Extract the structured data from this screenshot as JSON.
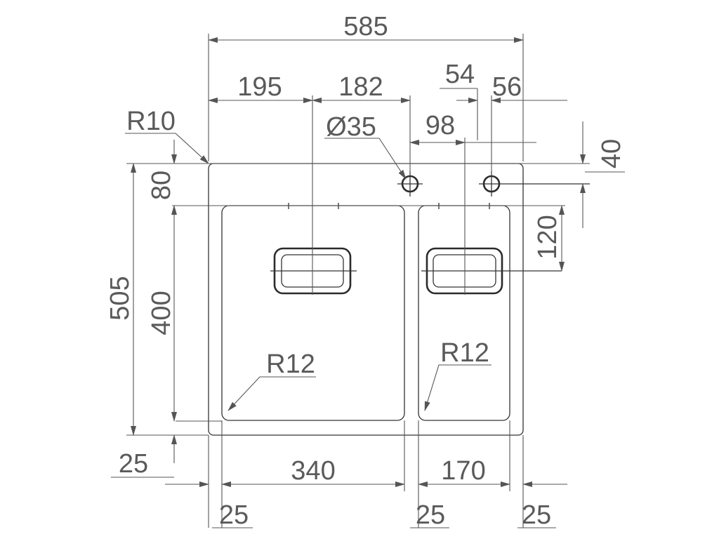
{
  "drawing": {
    "overall_width": "585",
    "left_to_drain1": "195",
    "drain1_to_tap": "182",
    "tap_offset": "54",
    "right_offset": "56",
    "tap_to_drain2": "98",
    "tap_hole": "Ø35",
    "top_radius": "R10",
    "tap_from_top": "40",
    "top_margin": "80",
    "drain2_from_bowl_top": "120",
    "overall_depth": "505",
    "bowl_depth": "400",
    "bottom_margin": "25",
    "bowl1_radius": "R12",
    "bowl2_radius": "R12",
    "bowl1_width": "340",
    "bowl2_width": "170",
    "left_margin": "25",
    "middle_margin": "25",
    "right_margin": "25"
  }
}
